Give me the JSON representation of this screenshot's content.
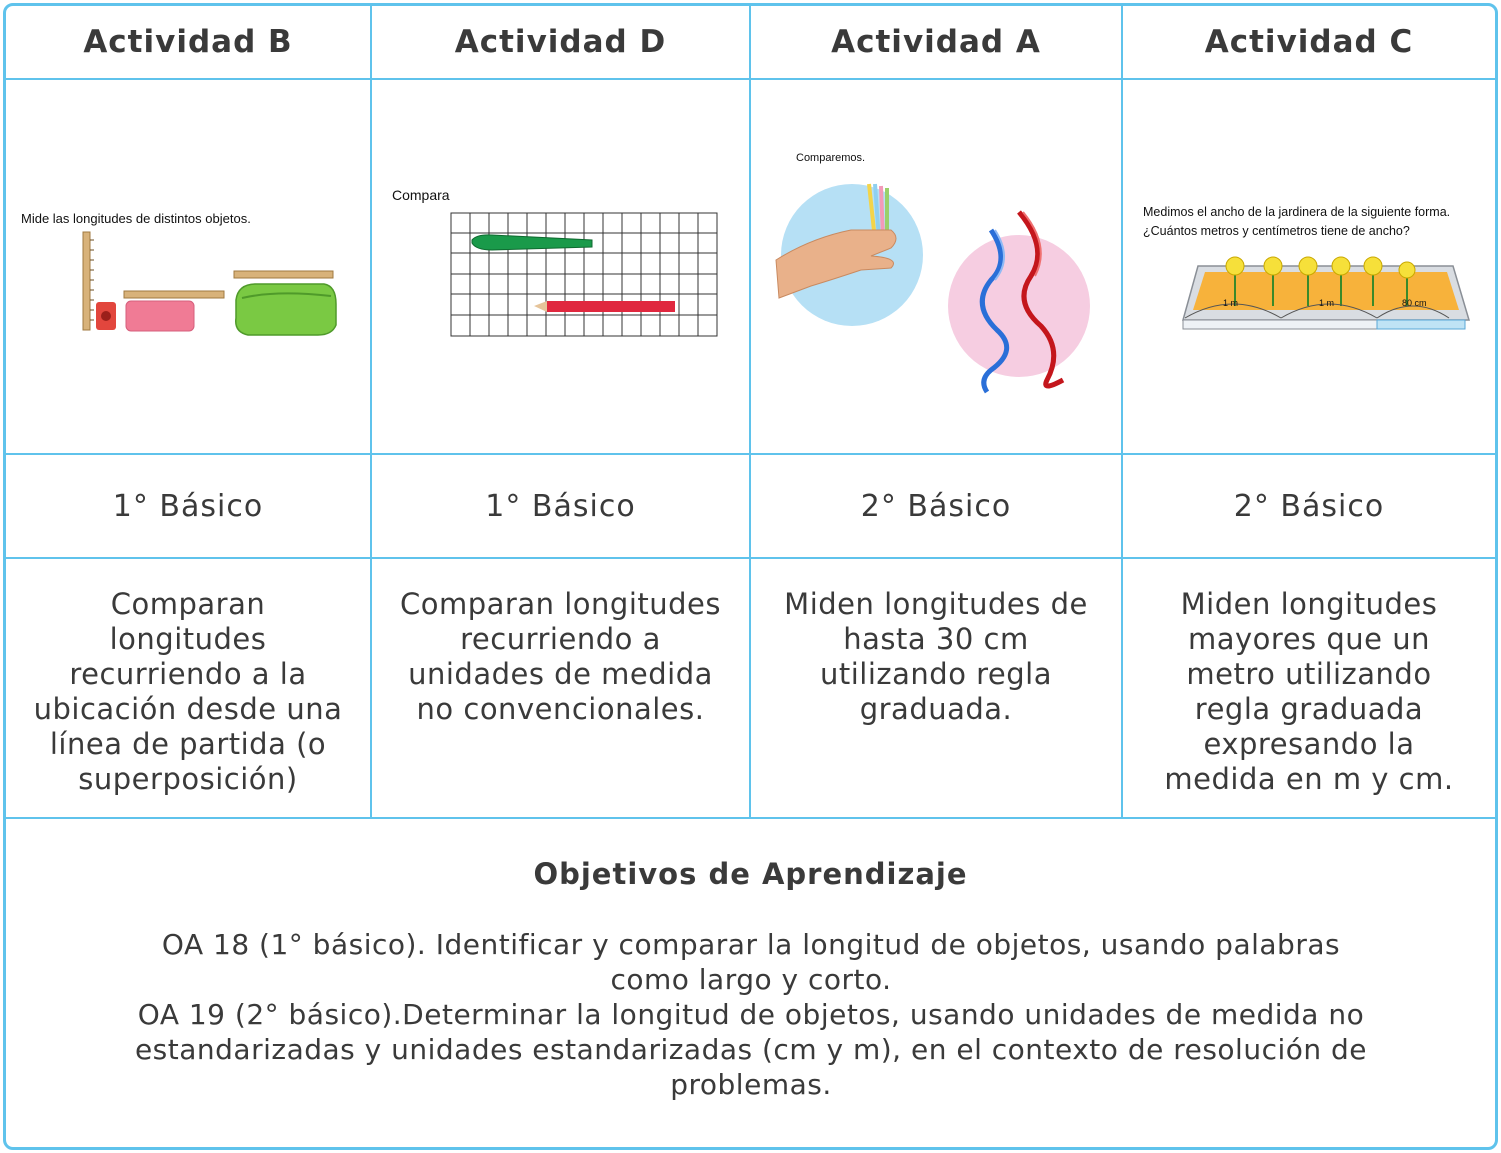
{
  "columns": [
    {
      "heading": "Actividad B",
      "image_caption": "Mide las longitudes de distintos objetos.",
      "grade": "1° Básico",
      "description": "Comparan longitudes recurriendo a la ubicación desde una línea de partida (o superposición)"
    },
    {
      "heading": "Actividad D",
      "image_caption": "Compara",
      "grade": "1° Básico",
      "description": "Comparan longitudes recurriendo a unidades de medida no convencionales."
    },
    {
      "heading": "Actividad A",
      "image_caption": "Comparemos.",
      "grade": "2° Básico",
      "description": "Miden longitudes de hasta 30 cm utilizando regla graduada."
    },
    {
      "heading": "Actividad C",
      "image_caption_line1": "Medimos el ancho de la jardinera de la siguiente forma.",
      "image_caption_line2": "¿Cuántos metros y centímetros tiene de ancho?",
      "measure_labels": [
        "1 m",
        "1 m",
        "80 cm"
      ],
      "grade": "2° Básico",
      "description": "Miden longitudes mayores que un metro utilizando regla graduada expresando la medida en m y cm."
    }
  ],
  "objectives": {
    "title": "Objetivos de Aprendizaje",
    "oa18": "OA 18 (1° básico). Identificar y comparar la longitud de objetos, usando palabras como largo y corto.",
    "oa19": "OA 19 (2° básico).Determinar la longitud de objetos, usando unidades de medida no estandarizadas y unidades estandarizadas (cm y m), en el contexto de resolución de problemas."
  },
  "colors": {
    "border": "#5fc3ec",
    "text": "#3a3a3a"
  }
}
